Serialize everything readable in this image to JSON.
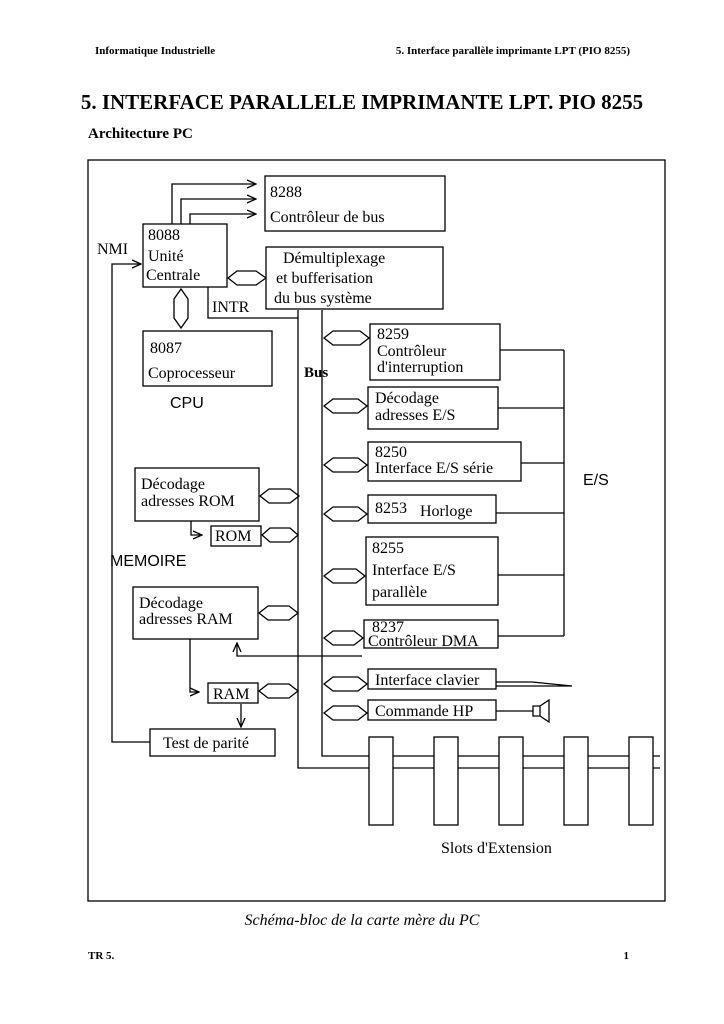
{
  "header": {
    "left": "Informatique Industrielle",
    "right": "5. Interface parallèle imprimante LPT (PIO 8255)"
  },
  "title": "5. INTERFACE PARALLELE IMPRIMANTE LPT. PIO 8255",
  "subtitle": "Architecture PC",
  "diagram": {
    "ctrl_bus": [
      "8288",
      "Contrôleur de bus"
    ],
    "cpu_box": [
      "8088",
      "Unité",
      "Centrale"
    ],
    "nmi": "NMI",
    "demux": [
      "Démultiplexage",
      "et bufferisation",
      "du bus système"
    ],
    "intr": "INTR",
    "coproc": [
      "8087",
      "Coprocesseur"
    ],
    "cpu_label": "CPU",
    "bus_label": "Bus",
    "pic": [
      "8259",
      "Contrôleur",
      "d'interruption"
    ],
    "dec_es": [
      "Décodage",
      "adresses E/S"
    ],
    "uart": [
      "8250",
      "Interface E/S série"
    ],
    "clock": [
      "8253",
      "Horloge"
    ],
    "ppi": [
      "8255",
      "Interface E/S",
      "parallèle"
    ],
    "dma": [
      "8237",
      "Contrôleur DMA"
    ],
    "kbd": "Interface clavier",
    "hp": "Commande HP",
    "es_label": "E/S",
    "dec_rom": [
      "Décodage",
      "adresses ROM"
    ],
    "rom": "ROM",
    "memoire": "MEMOIRE",
    "dec_ram": [
      "Décodage",
      "adresses RAM"
    ],
    "ram": "RAM",
    "parity": "Test de parité",
    "slots": "Slots d'Extension",
    "slot_count": 5
  },
  "caption": "Schéma-bloc de la carte mère du PC",
  "footer": {
    "left": "TR 5.",
    "right": "1"
  }
}
